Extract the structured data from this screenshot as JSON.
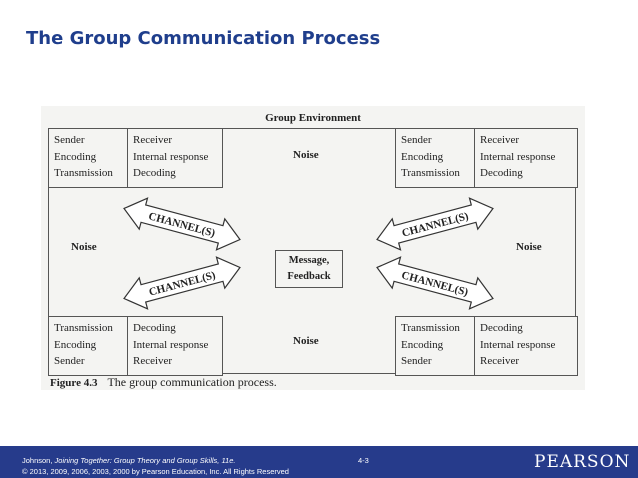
{
  "slide": {
    "title": "The Group Communication Process"
  },
  "figure": {
    "environment_label": "Group Environment",
    "top_left": {
      "col1": [
        "Sender",
        "Encoding",
        "Transmission"
      ],
      "col2": [
        "Receiver",
        "Internal response",
        "Decoding"
      ]
    },
    "top_right": {
      "col1": [
        "Sender",
        "Encoding",
        "Transmission"
      ],
      "col2": [
        "Receiver",
        "Internal response",
        "Decoding"
      ]
    },
    "bottom_left": {
      "col1": [
        "Transmission",
        "Encoding",
        "Sender"
      ],
      "col2": [
        "Decoding",
        "Internal response",
        "Receiver"
      ]
    },
    "bottom_right": {
      "col1": [
        "Transmission",
        "Encoding",
        "Sender"
      ],
      "col2": [
        "Decoding",
        "Internal response",
        "Receiver"
      ]
    },
    "noise_label": "Noise",
    "message_box": {
      "line1": "Message,",
      "line2": "Feedback"
    },
    "channel_label": "CHANNEL(S)",
    "caption_number": "Figure 4.3",
    "caption_text": "The group communication process."
  },
  "footer": {
    "citation_author": "Johnson,",
    "citation_title": "Joining Together: Group Theory and Group Skills, 11e.",
    "copyright": "© 2013, 2009, 2006, 2003, 2000 by Pearson Education, Inc. All Rights Reserved",
    "page_number": "4-3",
    "logo_text": "PEARSON"
  }
}
